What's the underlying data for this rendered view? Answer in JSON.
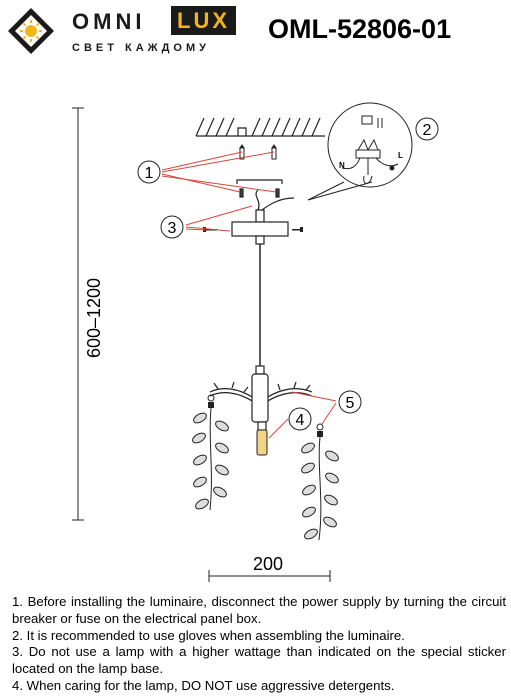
{
  "brand": {
    "name_left": "OMNI",
    "name_right": "LUX",
    "tagline": "СВЕТ КАЖДОМУ"
  },
  "model": "OML-52806-01",
  "dimensions": {
    "height_range": "600–1200",
    "width": "200"
  },
  "callouts": [
    "1",
    "2",
    "3",
    "4",
    "5"
  ],
  "wiring_labels": {
    "neutral": "N",
    "live": "L"
  },
  "notes": [
    "1. Before installing the luminaire, disconnect the power supply by turning the circuit breaker or fuse on the electrical panel box.",
    "2. It is recommended to use gloves when assembling the luminaire.",
    "3. Do not use a lamp with a higher wattage than indicated on the special sticker located on the lamp base.",
    "4. When caring for the lamp, DO NOT use aggressive detergents."
  ],
  "colors": {
    "callout_line": "#d9453c",
    "logo_accent": "#f2b61c",
    "lamp_bulb": "#f1d488"
  }
}
